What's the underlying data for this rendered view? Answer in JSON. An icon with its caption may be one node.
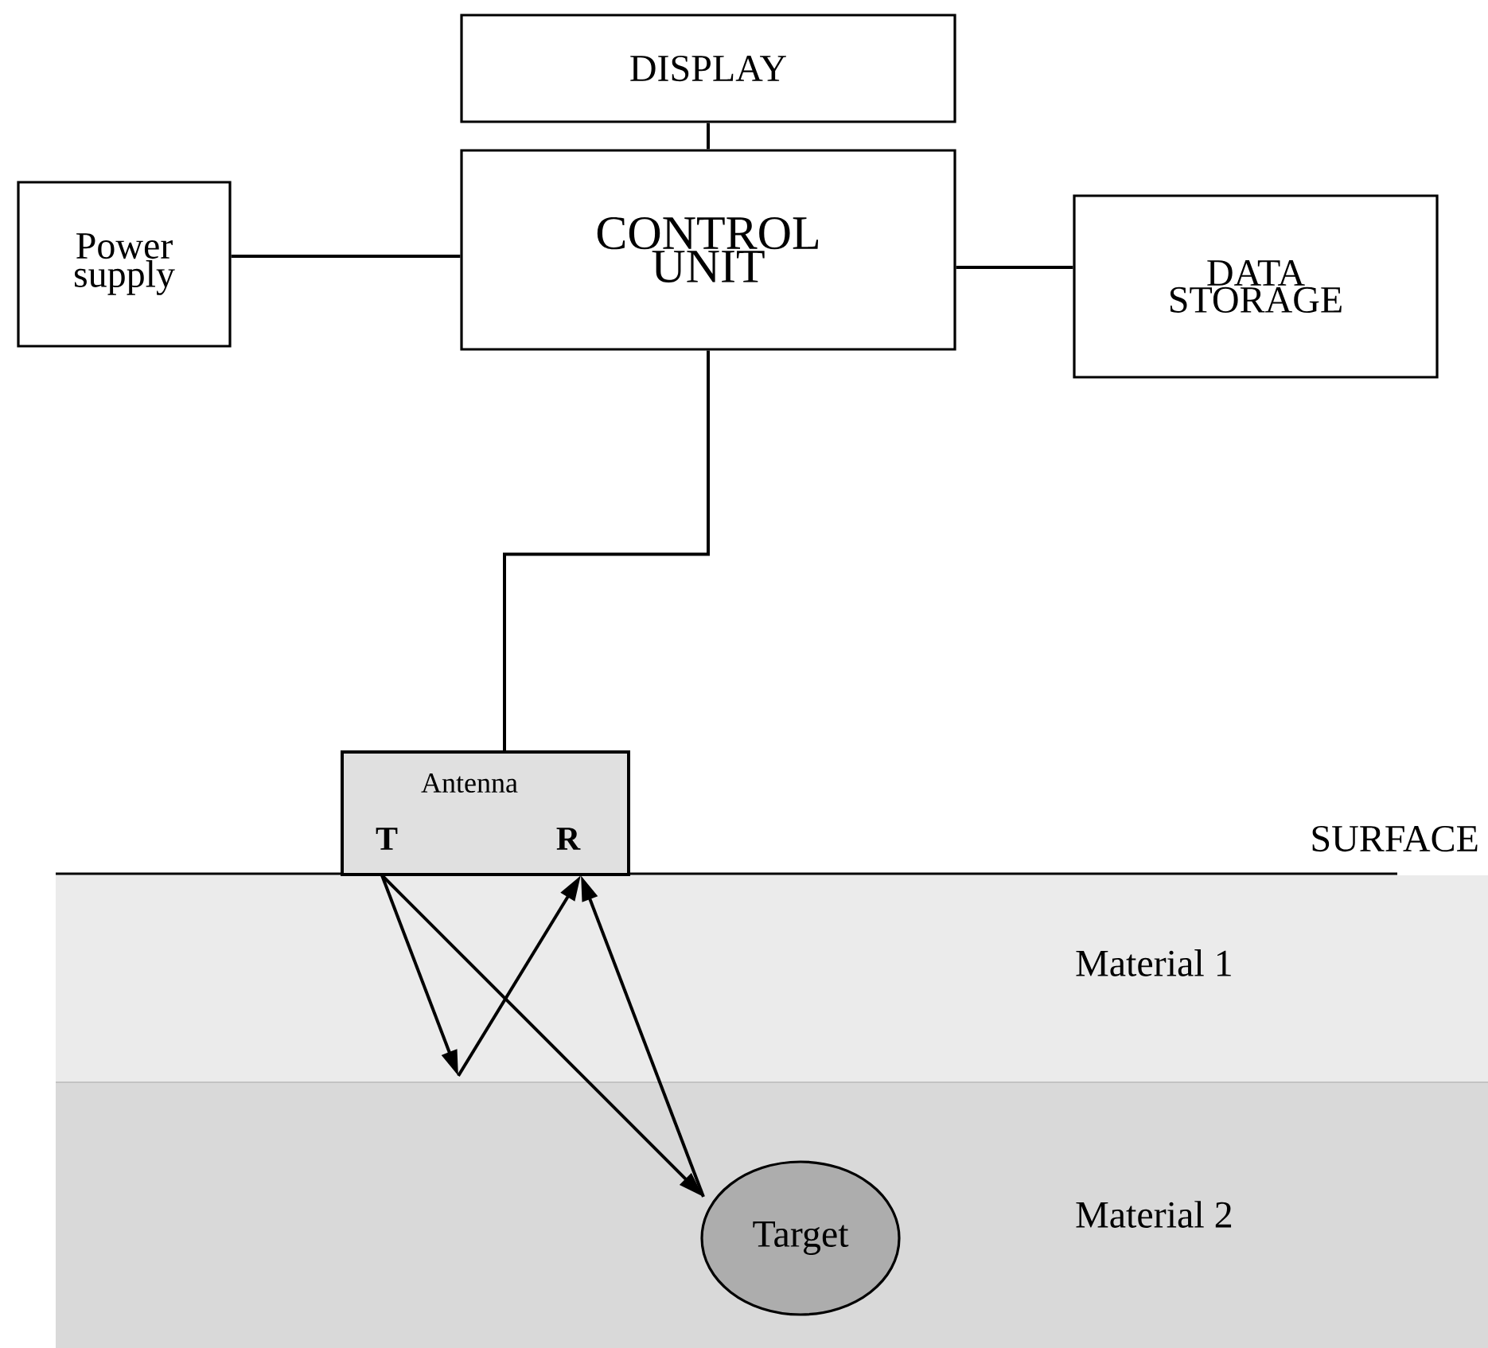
{
  "diagram": {
    "nodes": [
      {
        "text": [
          "DISPLAY"
        ]
      },
      {
        "text": [
          "CONTROL UNIT"
        ]
      },
      {
        "text": [
          "Power supply"
        ]
      },
      {
        "text": [
          "DATA STORAGE"
        ]
      },
      {
        "text": [
          "Antenna"
        ]
      },
      {
        "text": [
          "T"
        ],
        "in": 4
      },
      {
        "text": [
          "R"
        ],
        "in": 4
      },
      {
        "text": [
          "Target"
        ]
      }
    ],
    "edges": [
      {
        "from": 0,
        "to": 1,
        "arrow": "none"
      },
      {
        "from": 2,
        "to": 1,
        "arrow": "none"
      },
      {
        "from": 1,
        "to": 3,
        "arrow": "none"
      },
      {
        "from": 1,
        "to": 4,
        "arrow": "none"
      },
      {
        "from": 5,
        "to": null,
        "arrow": "to"
      },
      {
        "from": null,
        "to": 6,
        "arrow": "to"
      },
      {
        "from": 5,
        "to": 7,
        "arrow": "to"
      },
      {
        "from": 7,
        "to": 6,
        "arrow": "to"
      }
    ],
    "labels": [
      "SURFACE",
      "Material 1",
      "Material 2"
    ]
  }
}
